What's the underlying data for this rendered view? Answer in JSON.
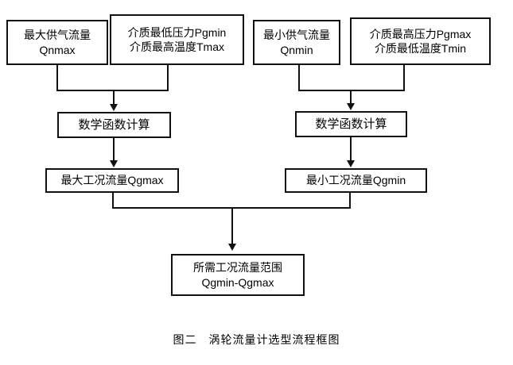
{
  "figure": {
    "caption": "图二　涡轮流量计选型流程框图",
    "background_color": "#ffffff",
    "line_color": "#111111",
    "text_color": "#000000"
  },
  "nodes": {
    "max_supply_flow": {
      "line1": "最大供气流量",
      "line2": "Qnmax"
    },
    "medium_min_pressure": {
      "line1": "介质最低压力Pgmin",
      "line2": "介质最高温度Tmax"
    },
    "min_supply_flow": {
      "line1": "最小供气流量",
      "line2": "Qnmin"
    },
    "medium_max_pressure": {
      "line1": "介质最高压力Pgmax",
      "line2": "介质最低温度Tmin"
    },
    "math_calc_left": {
      "line1": "数学函数计算"
    },
    "math_calc_right": {
      "line1": "数学函数计算"
    },
    "qgmax": {
      "line1": "最大工况流量Qgmax"
    },
    "qgmin": {
      "line1": "最小工况流量Qgmin"
    },
    "result_range": {
      "line1": "所需工况流量范围",
      "line2": "Qgmin-Qgmax"
    }
  },
  "chart_data": {
    "type": "diagram",
    "title": "图二　涡轮流量计选型流程框图",
    "nodes": [
      {
        "id": "max_supply_flow",
        "label": "最大供气流量 Qnmax",
        "row": 1,
        "column": 1
      },
      {
        "id": "medium_min_pressure",
        "label": "介质最低压力Pgmin / 介质最高温度Tmax",
        "row": 1,
        "column": 2
      },
      {
        "id": "min_supply_flow",
        "label": "最小供气流量 Qnmin",
        "row": 1,
        "column": 3
      },
      {
        "id": "medium_max_pressure",
        "label": "介质最高压力Pgmax / 介质最低温度Tmin",
        "row": 1,
        "column": 4
      },
      {
        "id": "math_calc_left",
        "label": "数学函数计算",
        "row": 2,
        "column": 1
      },
      {
        "id": "math_calc_right",
        "label": "数学函数计算",
        "row": 2,
        "column": 2
      },
      {
        "id": "qgmax",
        "label": "最大工况流量Qgmax",
        "row": 3,
        "column": 1
      },
      {
        "id": "qgmin",
        "label": "最小工况流量Qgmin",
        "row": 3,
        "column": 2
      },
      {
        "id": "result_range",
        "label": "所需工况流量范围 Qgmin-Qgmax",
        "row": 4,
        "column": 1
      }
    ],
    "edges": [
      {
        "from": "max_supply_flow",
        "to": "math_calc_left",
        "style": "merge-arrow"
      },
      {
        "from": "medium_min_pressure",
        "to": "math_calc_left",
        "style": "merge-arrow"
      },
      {
        "from": "min_supply_flow",
        "to": "math_calc_right",
        "style": "merge-arrow"
      },
      {
        "from": "medium_max_pressure",
        "to": "math_calc_right",
        "style": "merge-arrow"
      },
      {
        "from": "math_calc_left",
        "to": "qgmax",
        "style": "arrow"
      },
      {
        "from": "math_calc_right",
        "to": "qgmin",
        "style": "arrow"
      },
      {
        "from": "qgmax",
        "to": "result_range",
        "style": "merge-arrow"
      },
      {
        "from": "qgmin",
        "to": "result_range",
        "style": "merge-arrow"
      }
    ]
  }
}
